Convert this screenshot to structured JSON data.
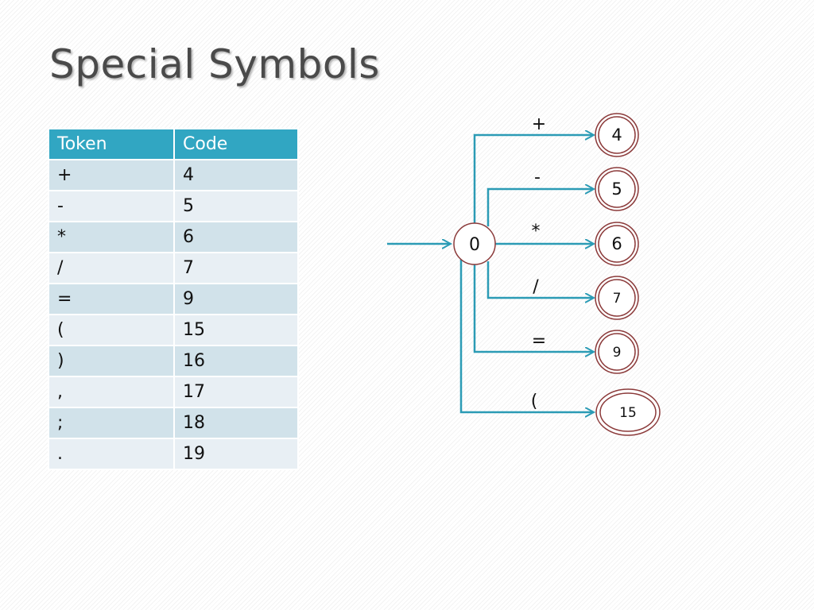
{
  "title": "Special Symbols",
  "table": {
    "headers": [
      "Token",
      "Code"
    ],
    "rows": [
      [
        "+",
        "4"
      ],
      [
        "-",
        "5"
      ],
      [
        "*",
        "6"
      ],
      [
        "/",
        "7"
      ],
      [
        "=",
        "9"
      ],
      [
        "(",
        "15"
      ],
      [
        ")",
        "16"
      ],
      [
        ",",
        "17"
      ],
      [
        ";",
        "18"
      ],
      [
        ".",
        "19"
      ]
    ]
  },
  "diagram": {
    "start_state": "0",
    "transitions": [
      {
        "symbol": "+",
        "target": "4"
      },
      {
        "symbol": "-",
        "target": "5"
      },
      {
        "symbol": "*",
        "target": "6"
      },
      {
        "symbol": "/",
        "target": "7"
      },
      {
        "symbol": "=",
        "target": "9"
      },
      {
        "symbol": "(",
        "target": "15"
      }
    ]
  },
  "colors": {
    "header_bg": "#31a6c2",
    "row_dark": "#d1e2ea",
    "row_light": "#e8eff4",
    "arrow": "#2b9bb5",
    "state_outline": "#8b3a3a"
  }
}
